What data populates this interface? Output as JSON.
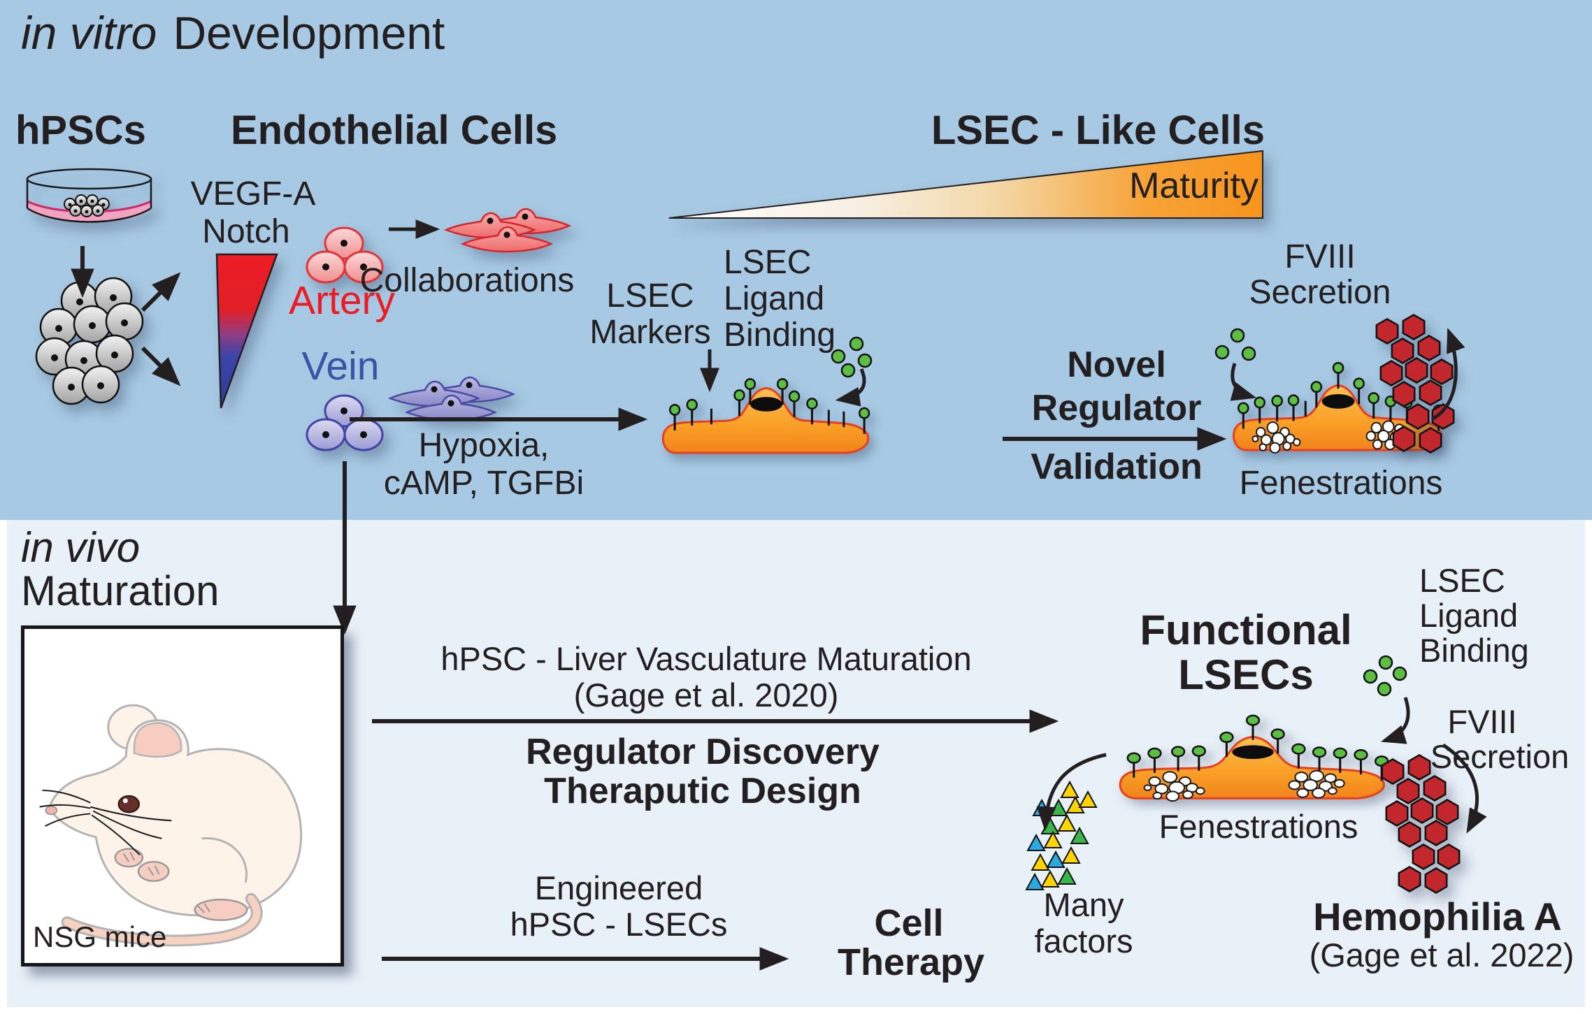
{
  "colors": {
    "bg_top": "#a7c9e4",
    "bg_bottom": "#e8f0f8",
    "ink": "#231f20",
    "artery_red": "#ed1c24",
    "vein_blue": "#3a53a4",
    "lsec_orange": "#f7941d",
    "ligand_green": "#5cbe42",
    "fviii_red": "#c1272d",
    "factor_blue": "#29abe2",
    "factor_yellow": "#ffd400",
    "factor_green": "#39b54a"
  },
  "top": {
    "title_italic": "in vitro",
    "title_rest": "Development",
    "hpscs": "hPSCs",
    "endothelial_cells": "Endothelial Cells",
    "lsec_like_cells": "LSEC - Like Cells",
    "maturity": "Maturity",
    "vegf_a": "VEGF-A",
    "notch": "Notch",
    "artery": "Artery",
    "vein": "Vein",
    "collaborations": "Collaborations",
    "hypoxia_line1": "Hypoxia,",
    "hypoxia_line2": "cAMP, TGFBi",
    "lsec_markers_line1": "LSEC",
    "lsec_markers_line2": "Markers",
    "ligand_binding_line1": "LSEC",
    "ligand_binding_line2": "Ligand",
    "ligand_binding_line3": "Binding",
    "novel": "Novel",
    "regulator": "Regulator",
    "validation": "Validation",
    "fviii_line1": "FVIII",
    "fviii_line2": "Secretion",
    "fenestrations": "Fenestrations"
  },
  "bottom": {
    "title_italic": "in vivo",
    "title_rest": "Maturation",
    "nsg_mice": "NSG mice",
    "maturation_route_line1": "hPSC - Liver Vasculature Maturation",
    "maturation_route_line2": "(Gage et al. 2020)",
    "maturation_route_bold1": "Regulator Discovery",
    "maturation_route_bold2": "Theraputic Design",
    "therapy_route_line1": "Engineered",
    "therapy_route_line2": "hPSC - LSECs",
    "cell_therapy_line1": "Cell",
    "cell_therapy_line2": "Therapy",
    "functional_line1": "Functional",
    "functional_line2": "LSECs",
    "ligand_binding_line1": "LSEC",
    "ligand_binding_line2": "Ligand",
    "ligand_binding_line3": "Binding",
    "fviii_line1": "FVIII",
    "fviii_line2": "Secretion",
    "fenestrations": "Fenestrations",
    "many_factors_line1": "Many",
    "many_factors_line2": "factors",
    "hemophilia": "Hemophilia A",
    "hemophilia_ref": "(Gage et al. 2022)"
  }
}
